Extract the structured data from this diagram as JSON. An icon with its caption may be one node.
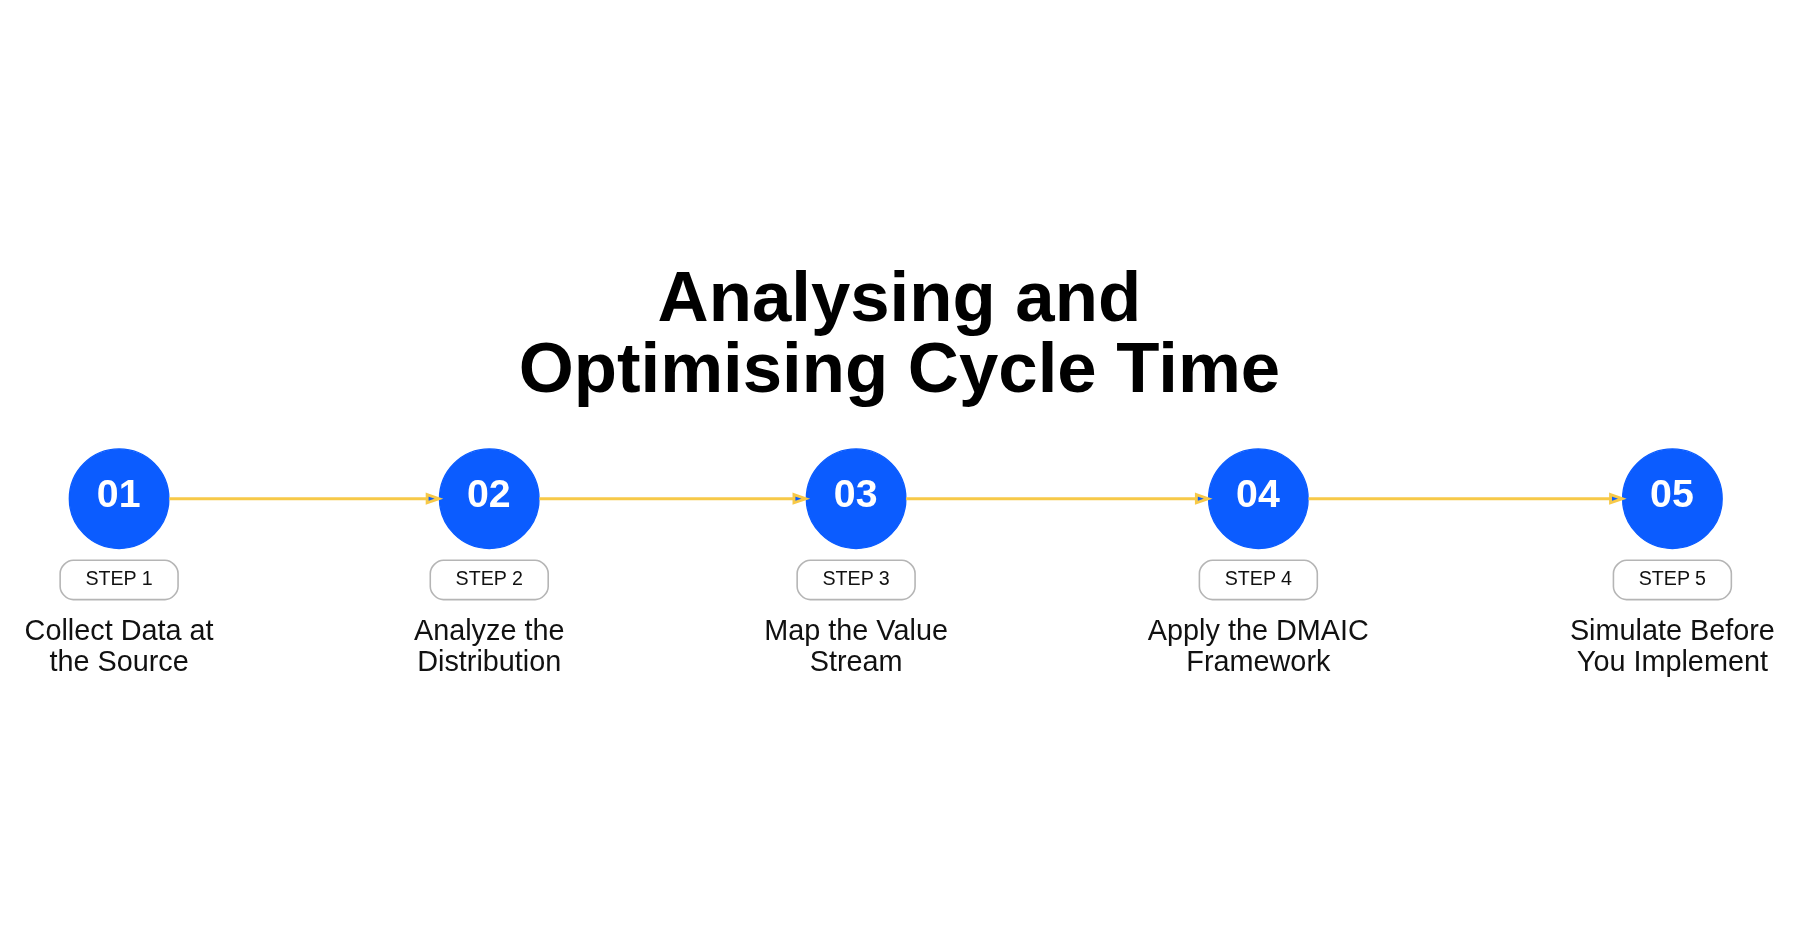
{
  "diagram": {
    "title": "Analysing and Optimising Cycle Time",
    "nodes": [
      {
        "text": [
          "01"
        ]
      },
      {
        "text": [
          "STEP 1"
        ],
        "beside": [
          "Collect Data at the Source"
        ]
      },
      {
        "text": [
          "02"
        ]
      },
      {
        "text": [
          "STEP 2"
        ],
        "beside": [
          "Analyze the Distribution"
        ]
      },
      {
        "text": [
          "03"
        ]
      },
      {
        "text": [
          "STEP 3"
        ],
        "beside": [
          "Map the Value Stream"
        ]
      },
      {
        "text": [
          "04"
        ]
      },
      {
        "text": [
          "STEP 4"
        ],
        "beside": [
          "Apply the DMAIC Framework"
        ]
      },
      {
        "text": [
          "05"
        ]
      },
      {
        "text": [
          "STEP 5"
        ],
        "beside": [
          "Simulate Before You Implement"
        ]
      }
    ],
    "edges": [
      {
        "from": 0,
        "to": 2,
        "arrow": "to"
      },
      {
        "from": 2,
        "to": 4,
        "arrow": "to"
      },
      {
        "from": 4,
        "to": 6,
        "arrow": "to"
      },
      {
        "from": 6,
        "to": 8,
        "arrow": "to"
      }
    ]
  }
}
